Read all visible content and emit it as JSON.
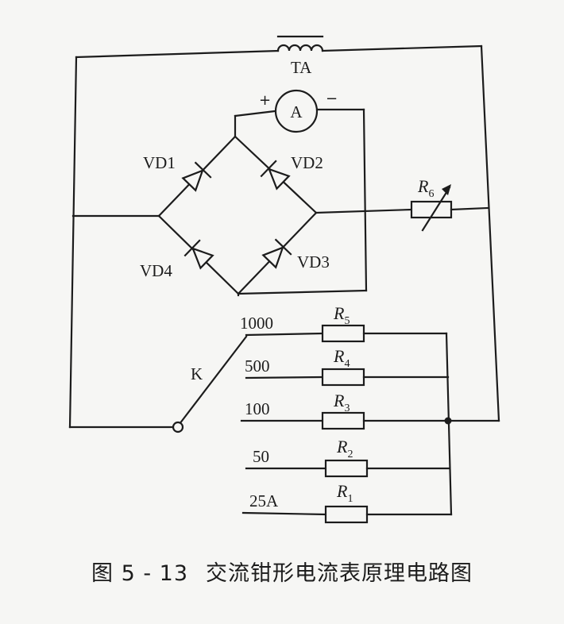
{
  "labels": {
    "transformer": "TA",
    "ammeter": "A",
    "plus": "+",
    "minus": "−",
    "vd1": "VD1",
    "vd2": "VD2",
    "vd3": "VD3",
    "vd4": "VD4",
    "switch": "K",
    "r6": "R",
    "r6_sub": "6",
    "r5": "R",
    "r5_sub": "5",
    "r4": "R",
    "r4_sub": "4",
    "r3": "R",
    "r3_sub": "3",
    "r2": "R",
    "r2_sub": "2",
    "r1": "R",
    "r1_sub": "1"
  },
  "ranges": [
    "1000",
    "500",
    "100",
    "50",
    "25A"
  ],
  "caption": {
    "number": "图 5 - 13",
    "title": "交流钳形电流表原理电路图"
  }
}
